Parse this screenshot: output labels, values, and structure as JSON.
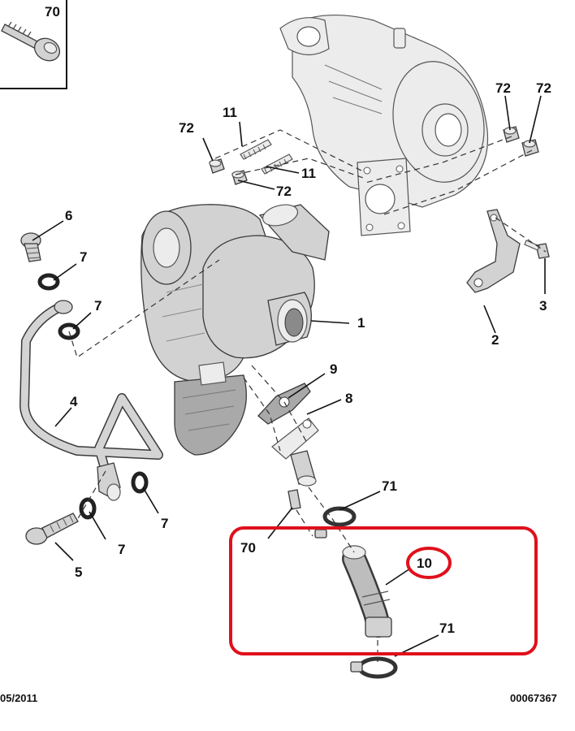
{
  "labels": {
    "p1": "1",
    "p2": "2",
    "p3": "3",
    "p4": "4",
    "p5": "5",
    "p6": "6",
    "p7a": "7",
    "p7b": "7",
    "p7c": "7",
    "p7d": "7",
    "p8": "8",
    "p9": "9",
    "p10": "10",
    "p11a": "11",
    "p11b": "11",
    "p70a": "70",
    "p70b": "70",
    "p71a": "71",
    "p71b": "71",
    "p72a": "72",
    "p72b": "72",
    "p72c": "72",
    "p72d": "72"
  },
  "footer": {
    "date": "05/2011",
    "reference": "00067367"
  },
  "highlight": {
    "frame_color": "#e0101c",
    "circled_part": "10"
  }
}
